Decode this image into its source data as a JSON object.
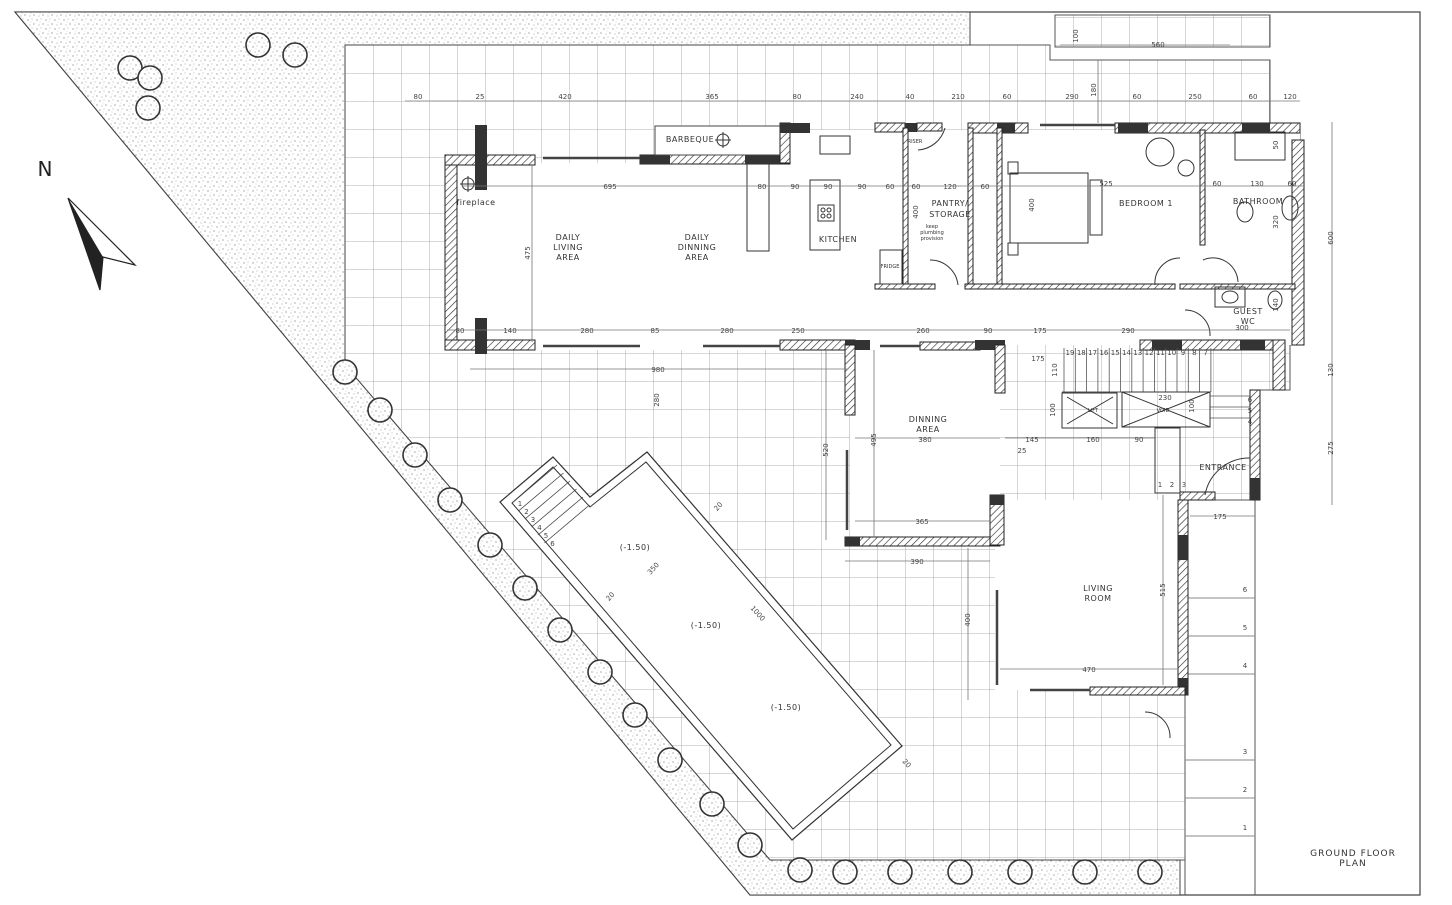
{
  "plan": {
    "title_line1": "GROUND FLOOR",
    "title_line2": "PLAN",
    "north_label": "N"
  },
  "rooms": {
    "fireplace": "fireplace",
    "daily_living": [
      "DAILY",
      "LIVING",
      "AREA"
    ],
    "daily_dinning": [
      "DAILY",
      "DINNING",
      "AREA"
    ],
    "kitchen": "KITCHEN",
    "barbeque": "BARBEQUE",
    "riser": "RISER",
    "pantry": [
      "PANTRY/",
      "STORAGE"
    ],
    "plumbing_note": [
      "keep",
      "plumbing",
      "provision"
    ],
    "fridge": "FRIDGE",
    "bedroom": "BEDROOM 1",
    "bathroom": "BATHROOM",
    "guest_wc": [
      "GUEST",
      "WC"
    ],
    "dinning_area": [
      "DINNING",
      "AREA"
    ],
    "lift": "LIFT",
    "void": "VOID",
    "entrance": "ENTRANCE",
    "living_room": [
      "LIVING",
      "ROOM"
    ],
    "pool_levels": [
      "(-1.50)",
      "(-1.50)",
      "(-1.50)"
    ]
  },
  "dimensions": [
    "80",
    "25",
    "420",
    "365",
    "80",
    "240",
    "40",
    "210",
    "60",
    "290",
    "60",
    "250",
    "60",
    "120",
    "180",
    "100",
    "560",
    "695",
    "80",
    "90",
    "90",
    "90",
    "60",
    "60",
    "120",
    "60",
    "525",
    "60",
    "130",
    "60",
    "475",
    "400",
    "400",
    "50",
    "320",
    "140",
    "600",
    "130",
    "275",
    "80",
    "140",
    "280",
    "85",
    "280",
    "250",
    "260",
    "90",
    "175",
    "290",
    "300",
    "980",
    "280",
    "520",
    "495",
    "175",
    "110",
    "100",
    "230",
    "100",
    "380",
    "145",
    "160",
    "90",
    "25",
    "365",
    "390",
    "400",
    "515",
    "470",
    "175",
    "20",
    "350",
    "20",
    "1000",
    "20"
  ],
  "stair_numbers": {
    "main_stair": [
      "19",
      "18",
      "17",
      "16",
      "15",
      "14",
      "13",
      "12",
      "11",
      "10",
      "9",
      "8",
      "7"
    ],
    "upper_landing": [
      "6",
      "5",
      "4"
    ],
    "entrance_steps": [
      "1",
      "2",
      "3"
    ],
    "pool_steps": [
      "1",
      "2",
      "3",
      "4",
      "5",
      "6"
    ],
    "side_steps": [
      "6",
      "5",
      "4",
      "3",
      "2",
      "1"
    ]
  }
}
